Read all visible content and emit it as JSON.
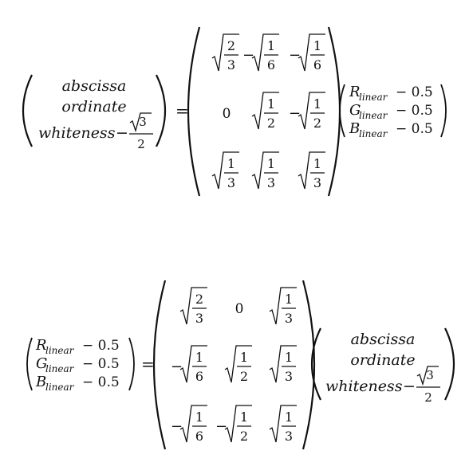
{
  "equation_1": {
    "lhs": {
      "row1": "abscissa",
      "row2": "ordinate",
      "row3_var": "whiteness",
      "row3_op": "−",
      "row3_frac_num_sqrt_arg": "3",
      "row3_frac_den": "2"
    },
    "equals": "=",
    "matrix": [
      [
        {
          "sign": "",
          "num": "2",
          "den": "3"
        },
        {
          "sign": "−",
          "num": "1",
          "den": "6"
        },
        {
          "sign": "−",
          "num": "1",
          "den": "6"
        }
      ],
      [
        {
          "plain": "0"
        },
        {
          "sign": "",
          "num": "1",
          "den": "2"
        },
        {
          "sign": "−",
          "num": "1",
          "den": "2"
        }
      ],
      [
        {
          "sign": "",
          "num": "1",
          "den": "3"
        },
        {
          "sign": "",
          "num": "1",
          "den": "3"
        },
        {
          "sign": "",
          "num": "1",
          "den": "3"
        }
      ]
    ],
    "rhs": [
      {
        "base": "R",
        "sub": "linear",
        "rest": "− 0.5"
      },
      {
        "base": "G",
        "sub": "linear",
        "rest": "− 0.5"
      },
      {
        "base": "B",
        "sub": "linear",
        "rest": "− 0.5"
      }
    ]
  },
  "equation_2": {
    "lhs": [
      {
        "base": "R",
        "sub": "linear",
        "rest": "− 0.5"
      },
      {
        "base": "G",
        "sub": "linear",
        "rest": "− 0.5"
      },
      {
        "base": "B",
        "sub": "linear",
        "rest": "− 0.5"
      }
    ],
    "equals": "=",
    "matrix": [
      [
        {
          "sign": "",
          "num": "2",
          "den": "3"
        },
        {
          "plain": "0"
        },
        {
          "sign": "",
          "num": "1",
          "den": "3"
        }
      ],
      [
        {
          "sign": "−",
          "num": "1",
          "den": "6"
        },
        {
          "sign": "",
          "num": "1",
          "den": "2"
        },
        {
          "sign": "",
          "num": "1",
          "den": "3"
        }
      ],
      [
        {
          "sign": "−",
          "num": "1",
          "den": "6"
        },
        {
          "sign": "−",
          "num": "1",
          "den": "2"
        },
        {
          "sign": "",
          "num": "1",
          "den": "3"
        }
      ]
    ],
    "rhs": {
      "row1": "abscissa",
      "row2": "ordinate",
      "row3_var": "whiteness",
      "row3_op": "−",
      "row3_frac_num_sqrt_arg": "3",
      "row3_frac_den": "2"
    }
  }
}
